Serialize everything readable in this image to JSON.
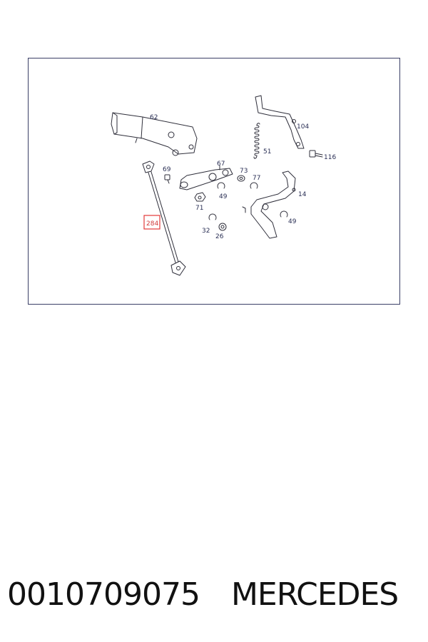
{
  "diagram": {
    "labels": [
      "62",
      "104",
      "51",
      "116",
      "67",
      "69",
      "73",
      "77",
      "14",
      "49",
      "71",
      "284",
      "32",
      "26",
      "49"
    ],
    "highlighted_label": "284",
    "highlight_color": "#e23a3a"
  },
  "caption": {
    "part_number": "0010709075",
    "brand": "MERCEDES"
  }
}
